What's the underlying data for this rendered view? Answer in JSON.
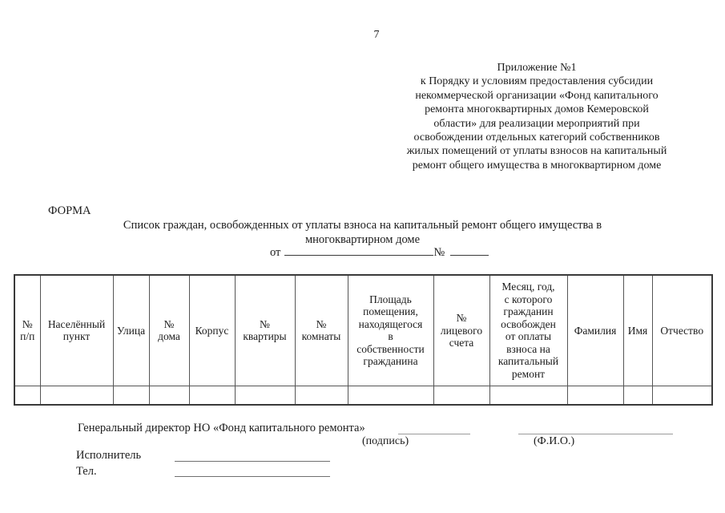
{
  "page": {
    "number": "7"
  },
  "appendix": {
    "lines": [
      "Приложение №1",
      "к Порядку и условиям предоставления субсидии",
      "некоммерческой организации «Фонд капитального",
      "ремонта многоквартирных домов Кемеровской",
      "области» для реализации мероприятий при",
      "освобождении отдельных категорий собственников",
      "жилых помещений от уплаты взносов на капитальный",
      "ремонт общего имущества в многоквартирном доме"
    ]
  },
  "form": {
    "label": "ФОРМА",
    "title_line1": "Список граждан, освобожденных от уплаты взноса на капитальный ремонт общего имущества в",
    "title_line2": "многоквартирном доме",
    "date_prefix": "от",
    "number_prefix": "№"
  },
  "table": {
    "headers": [
      "№\nп/п",
      "Населённый\nпункт",
      "Улица",
      "№\nдома",
      "Корпус",
      "№\nквартиры",
      "№\nкомнаты",
      "Площадь\nпомещения,\nнаходящегося\nв\nсобственности\nгражданина",
      "№\nлицевого\nсчета",
      "Месяц, год,\nс которого\nгражданин\nосвобожден\nот оплаты\nвзноса на\nкапитальный\nремонт",
      "Фамилия",
      "Имя",
      "Отчество"
    ]
  },
  "signature": {
    "director_label": "Генеральный директор НО «Фонд капитального ремонта»",
    "podpis_caption": "(подпись)",
    "fio_caption": "(Ф.И.О.)",
    "executor_label": "Исполнитель",
    "tel_label": "Тел."
  }
}
